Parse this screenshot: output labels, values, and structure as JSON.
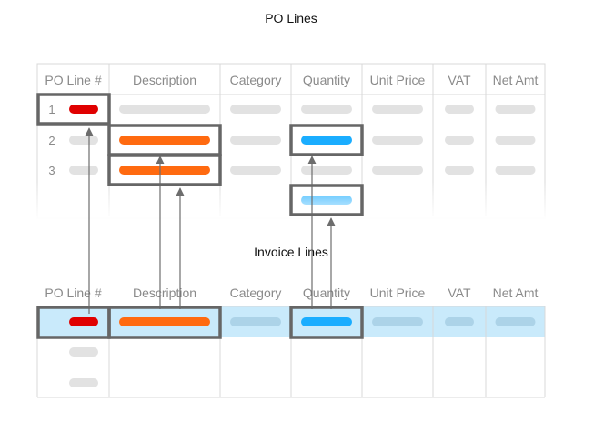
{
  "po_section": {
    "title": "PO Lines",
    "columns": [
      "PO Line #",
      "Description",
      "Category",
      "Quantity",
      "Unit Price",
      "VAT",
      "Net Amt"
    ],
    "row_numbers": [
      "1",
      "2",
      "3"
    ]
  },
  "invoice_section": {
    "title": "Invoice Lines",
    "columns": [
      "PO Line #",
      "Description",
      "Category",
      "Quantity",
      "Unit Price",
      "VAT",
      "Net Amt"
    ]
  },
  "colors": {
    "red": "#e00000",
    "orange": "#ff6a10",
    "blue": "#1aadff",
    "placeholder": "#e2e2e2",
    "placeholder_highlight": "#acd3e8",
    "row_highlight": "#c9eafb",
    "frame": "#666666",
    "grid": "#d8d8d8",
    "header_text": "#8a8a8a",
    "arrow": "#6d6d6d"
  }
}
